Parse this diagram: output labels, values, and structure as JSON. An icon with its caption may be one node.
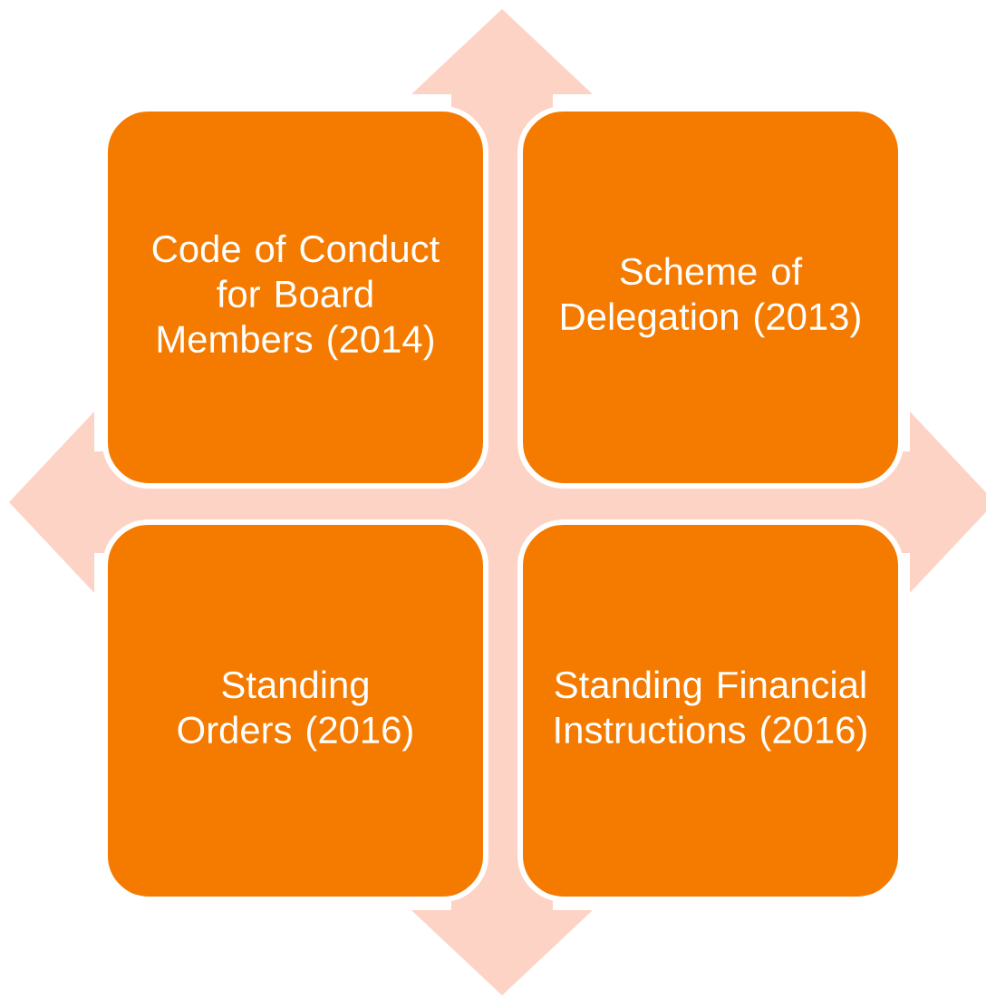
{
  "diagram": {
    "nodes": [
      {
        "text": [
          "Code of Conduct for Board Members (2014)"
        ]
      },
      {
        "text": [
          "Scheme of Delegation (2013)"
        ]
      },
      {
        "text": [
          "Standing Orders (2016)"
        ]
      },
      {
        "text": [
          "Standing Financial Instructions (2016)"
        ]
      }
    ]
  }
}
